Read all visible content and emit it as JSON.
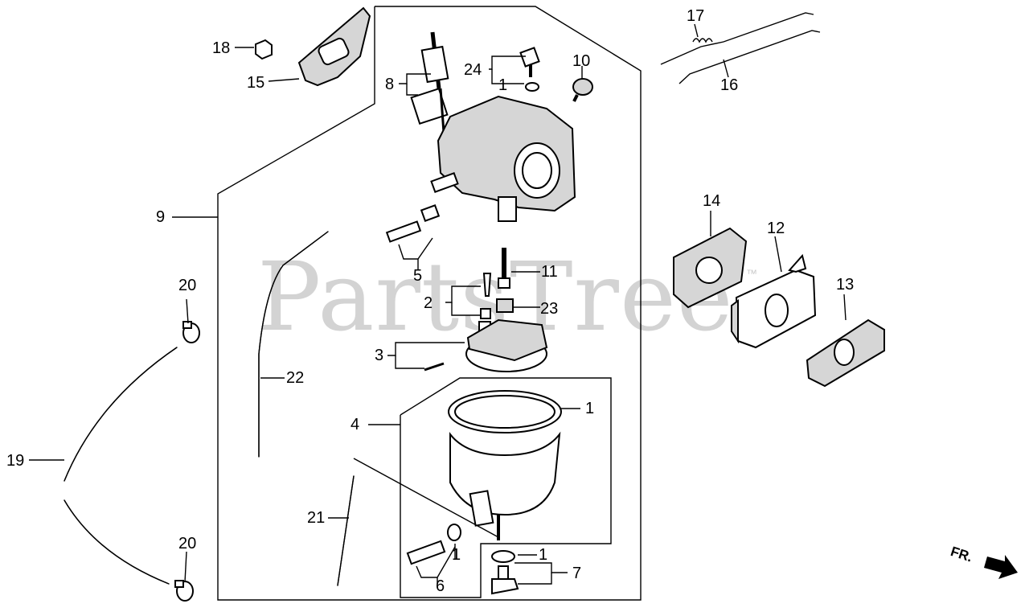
{
  "watermark": "PartsTree",
  "trademark": "™",
  "direction_marker": "FR.",
  "callouts": {
    "c1a": "1",
    "c1b": "1",
    "c1c": "1",
    "c1d": "1",
    "c2": "2",
    "c3": "3",
    "c4": "4",
    "c5": "5",
    "c6": "6",
    "c7": "7",
    "c8": "8",
    "c9": "9",
    "c10": "10",
    "c11": "11",
    "c12": "12",
    "c13": "13",
    "c14": "14",
    "c15": "15",
    "c16": "16",
    "c17": "17",
    "c18": "18",
    "c19": "19",
    "c20a": "20",
    "c20b": "20",
    "c21": "21",
    "c22": "22",
    "c23": "23",
    "c24": "24"
  }
}
